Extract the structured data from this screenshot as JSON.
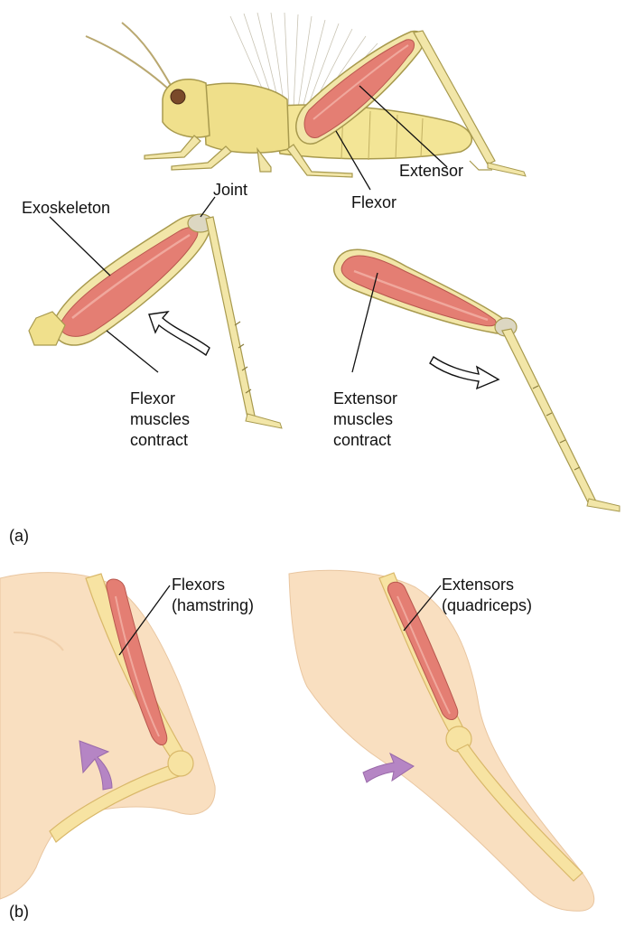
{
  "colors": {
    "exoskeleton": "#f2e6a8",
    "exoskeleton_stroke": "#a89a4e",
    "muscle": "#e47e73",
    "muscle_light": "#f0a89d",
    "muscle_stroke": "#b8574e",
    "skin": "#f9dfc0",
    "bone": "#f7e3a2",
    "arrow_purple": "#b585c4",
    "leader": "#111111"
  },
  "panel_a": {
    "tag": "(a)",
    "grasshopper": {
      "extensor_label": "Extensor",
      "flexor_label": "Flexor"
    },
    "leg_flexed": {
      "joint_label": "Joint",
      "exoskeleton_label": "Exoskeleton",
      "action_label_line1": "Flexor",
      "action_label_line2": "muscles",
      "action_label_line3": "contract"
    },
    "leg_extended": {
      "action_label_line1": "Extensor",
      "action_label_line2": "muscles",
      "action_label_line3": "contract"
    }
  },
  "panel_b": {
    "tag": "(b)",
    "leg_flexed": {
      "label_line1": "Flexors",
      "label_line2": "(hamstring)"
    },
    "leg_extended": {
      "label_line1": "Extensors",
      "label_line2": "(quadriceps)"
    }
  }
}
